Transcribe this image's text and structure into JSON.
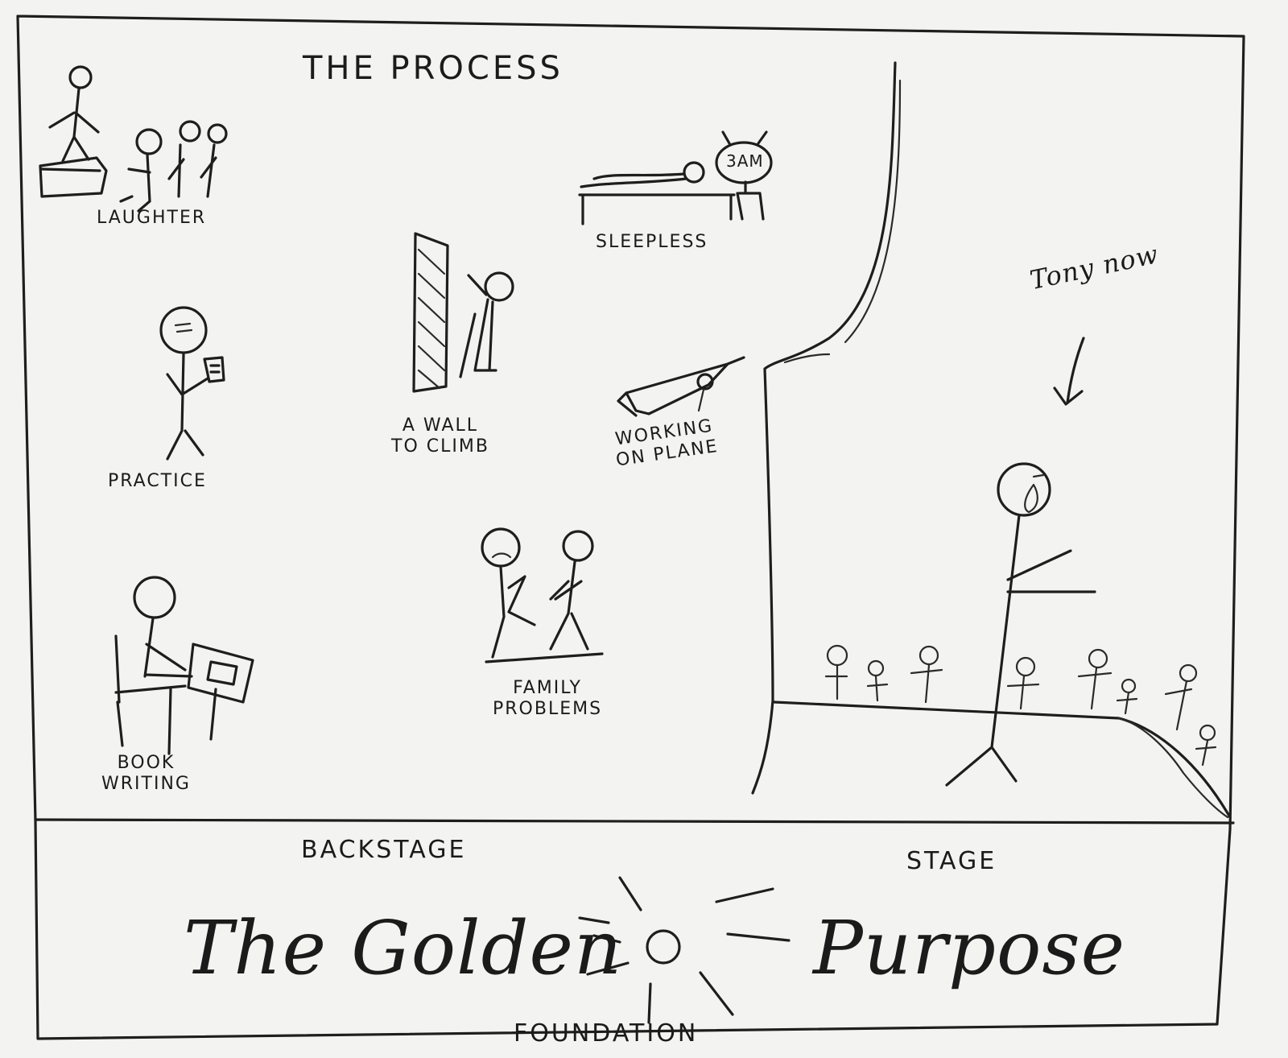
{
  "title": "THE PROCESS",
  "vignettes": {
    "laughter": "LAUGHTER",
    "practice": "PRACTICE",
    "book_writing": [
      "BOOK",
      "WRITING"
    ],
    "wall_to_climb": [
      "A WALL",
      "TO CLIMB"
    ],
    "sleepless": "SLEEPLESS",
    "clock_time": "3AM",
    "working_on_plane": [
      "WORKING",
      "ON PLANE"
    ],
    "family_problems": [
      "FAMILY",
      "PROBLEMS"
    ]
  },
  "callout": "Tony now",
  "foundation": {
    "backstage_label": "BACKSTAGE",
    "stage_label": "STAGE",
    "golden_text": "The Golden",
    "purpose_text": "Purpose",
    "caption": "FOUNDATION"
  }
}
